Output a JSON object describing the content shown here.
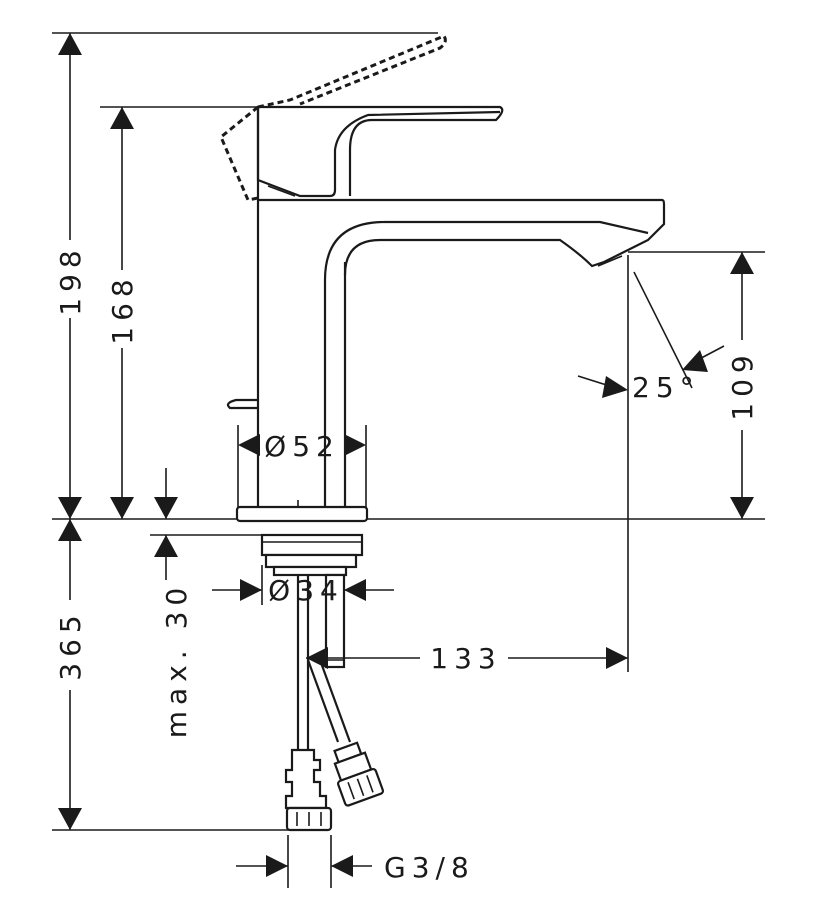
{
  "diagram": {
    "colors": {
      "line": "#1a1a1a",
      "background": "#ffffff"
    },
    "dimensions": {
      "total_height": "198",
      "spout_height": "168",
      "outlet_height": "109",
      "spray_angle": "25°",
      "body_diameter": "Ø52",
      "shank_diameter": "Ø34",
      "below_counter": "365",
      "max_counter": "max. 30",
      "projection": "133",
      "thread": "G3/8"
    }
  }
}
